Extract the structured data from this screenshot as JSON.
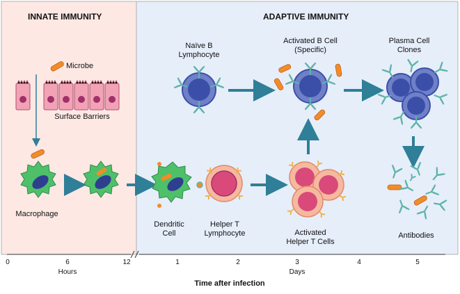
{
  "headers": {
    "innate": "INNATE IMMUNITY",
    "adaptive": "ADAPTIVE IMMUNITY"
  },
  "labels": {
    "microbe": "Microbe",
    "surface_barriers": "Surface Barriers",
    "macrophage": "Macrophage",
    "naive_b": "Naïve B\nLymphocyte",
    "activated_b": "Activated B Cell\n(Specific)",
    "plasma": "Plasma Cell\nClones",
    "dendritic": "Dendritic\nCell",
    "helper_t": "Helper T\nLymphocyte",
    "activated_t": "Activated\nHelper T Cells",
    "antibodies": "Antibodies"
  },
  "axis": {
    "ticks": [
      "0",
      "6",
      "12",
      "1",
      "2",
      "3",
      "4",
      "5"
    ],
    "hours_label": "Hours",
    "days_label": "Days",
    "title": "Time after infection"
  },
  "colors": {
    "innate_bg": "#fde8e4",
    "adaptive_bg": "#e6eefa",
    "arrow": "#2e7f97",
    "macrophage": "#4fc06a",
    "nucleus_blue": "#2f3f8f",
    "b_cell": "#3b4fa8",
    "t_cell": "#d94a7a",
    "antibody": "#5fb3a8",
    "microbe": "#f28c28"
  }
}
